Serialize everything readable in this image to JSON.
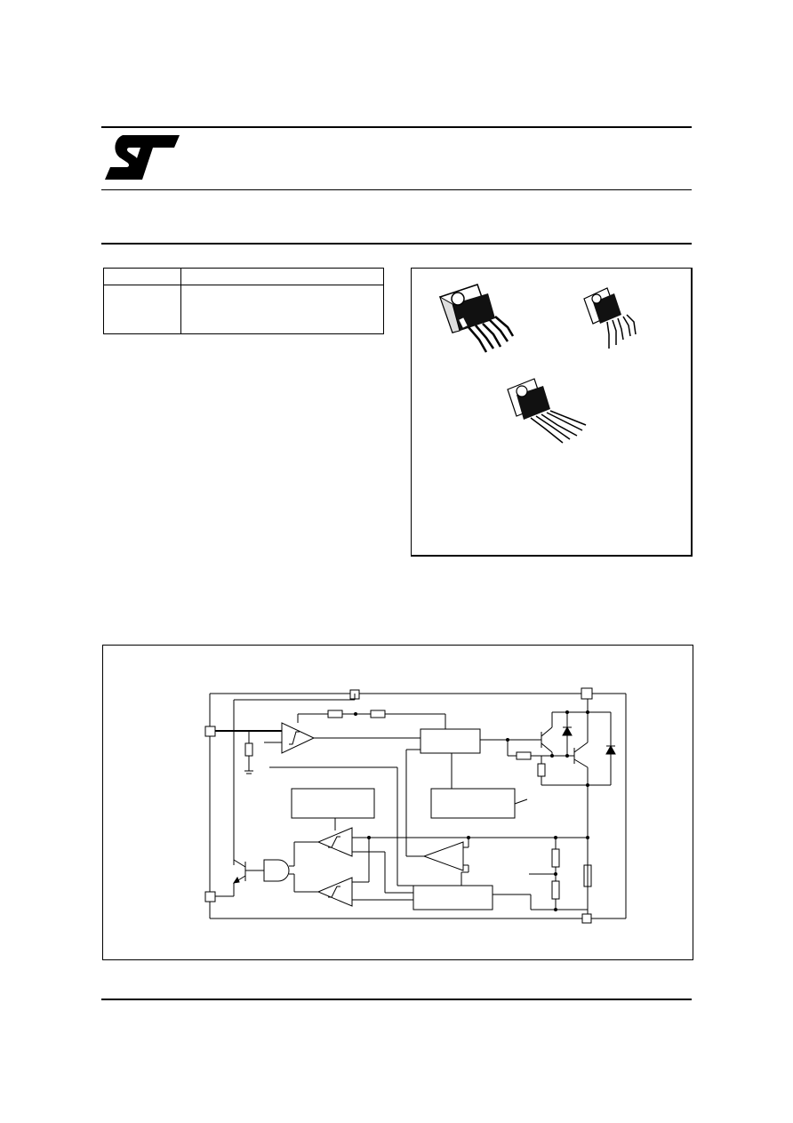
{
  "page": {
    "logo": {
      "icon": "st-logo-icon",
      "color": "#000000"
    },
    "summary_table": {
      "rows": 2,
      "columns": 2
    },
    "packages": [
      {
        "icon": "pentawatt-package-icon"
      },
      {
        "icon": "pentawatt-vertical-package-icon"
      },
      {
        "icon": "pentawatt-horizontal-package-icon"
      }
    ],
    "block_diagram": {
      "icon": "block-diagram-schematic"
    }
  }
}
